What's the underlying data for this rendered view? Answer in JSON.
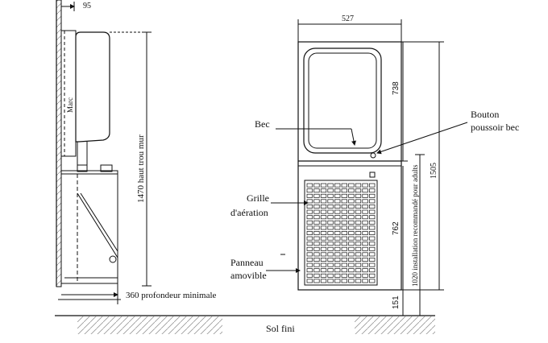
{
  "side_view": {
    "dim_top_width": "95",
    "label_wall": "Marc",
    "dim_height_hole": "1470 haut trou mur",
    "dim_min_depth": "360 profondeur minimale"
  },
  "front_view": {
    "dim_width": "527",
    "dim_upper": "738",
    "dim_total": "1505",
    "dim_lower": "762",
    "dim_base": "151",
    "dim_adult_install": "1020 installation recommandé pour adults",
    "label_spout": "Bec",
    "label_button_line1": "Bouton",
    "label_button_line2": "poussoir bec",
    "label_grille_line1": "Grille",
    "label_grille_line2": "d'aération",
    "label_panel_line1": "Panneau",
    "label_panel_line2": "amovible"
  },
  "floor_label": "Sol fini",
  "colors": {
    "line": "#111111",
    "background": "#ffffff"
  }
}
